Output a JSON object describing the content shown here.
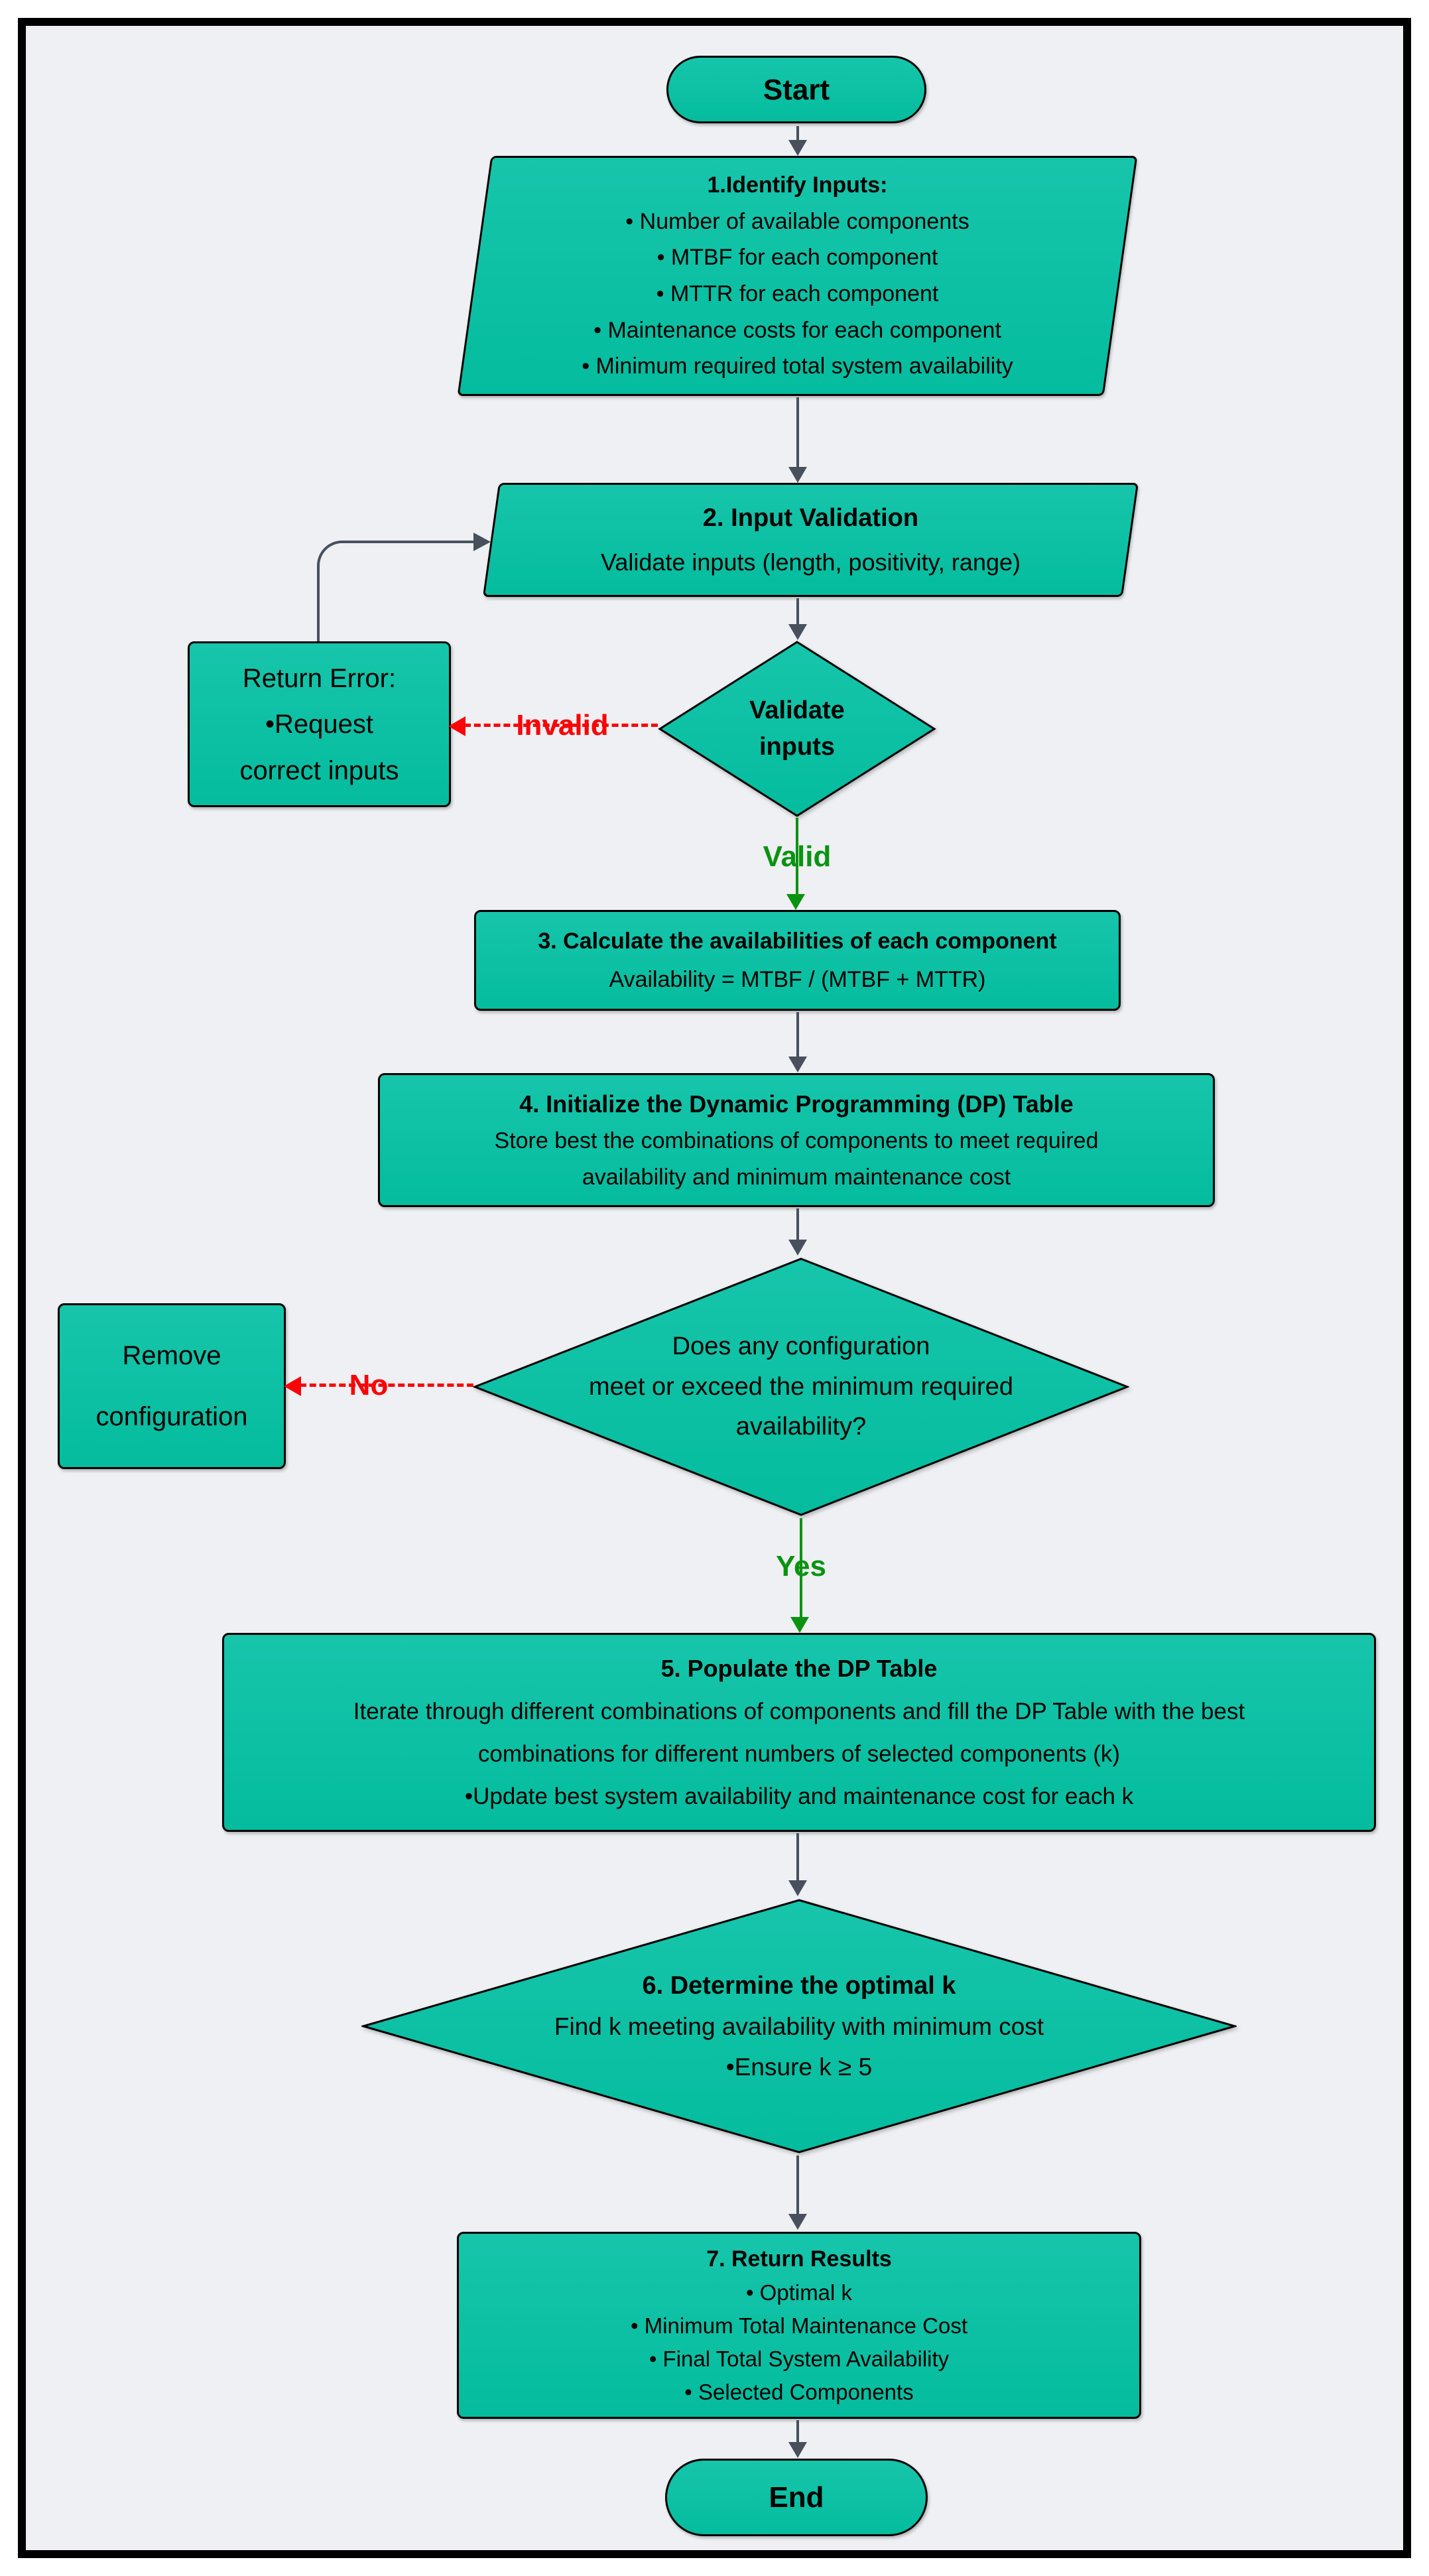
{
  "colors": {
    "background": "#eef0f3",
    "node_fill_top": "#17c5ab",
    "node_fill_bottom": "#04bc9e",
    "node_border": "#000000",
    "arrow_gray": "#47505c",
    "valid_green": "#0a9310",
    "invalid_red": "#fb0307",
    "frame_border": "#000000"
  },
  "flow": {
    "start_label": "Start",
    "identify": {
      "title": "1.Identify Inputs:",
      "bullets": [
        "• Number of available components",
        "• MTBF for each component",
        "• MTTR for each component",
        "• Maintenance costs for each component",
        "• Minimum required total system availability"
      ]
    },
    "validation": {
      "title": "2. Input Validation",
      "subtitle": "Validate inputs (length, positivity, range)"
    },
    "validate_decision": {
      "line1": "Validate",
      "line2": "inputs"
    },
    "return_error": {
      "line1": "Return Error:",
      "line2": "•Request",
      "line3": "correct inputs"
    },
    "calc": {
      "title": "3. Calculate the availabilities of each component",
      "formula": "Availability = MTBF / (MTBF + MTTR)"
    },
    "init_dp": {
      "title": "4. Initialize the Dynamic Programming (DP) Table",
      "line2": "Store best the combinations of components to meet required",
      "line3": "availability and minimum maintenance cost"
    },
    "config_decision": {
      "line1": "Does any configuration",
      "line2": "meet or exceed the minimum required",
      "line3": "availability?"
    },
    "remove": {
      "line1": "Remove",
      "line2": "configuration"
    },
    "populate": {
      "title": "5. Populate the DP Table",
      "line2": "Iterate through different combinations of components and fill the DP Table with the best",
      "line3": "combinations for different numbers of selected components (k)",
      "line4": "•Update best system availability and maintenance cost for each k"
    },
    "optimal": {
      "title": "6. Determine the optimal k",
      "line2": "Find k meeting availability with minimum cost",
      "line3": "•Ensure k ≥ 5"
    },
    "results": {
      "title": "7. Return Results",
      "bullets": [
        "• Optimal k",
        "• Minimum Total Maintenance Cost",
        "• Final Total System Availability",
        "• Selected Components"
      ]
    },
    "end_label": "End",
    "edge_labels": {
      "invalid": "Invalid",
      "valid": "Valid",
      "no": "No",
      "yes": "Yes"
    }
  }
}
